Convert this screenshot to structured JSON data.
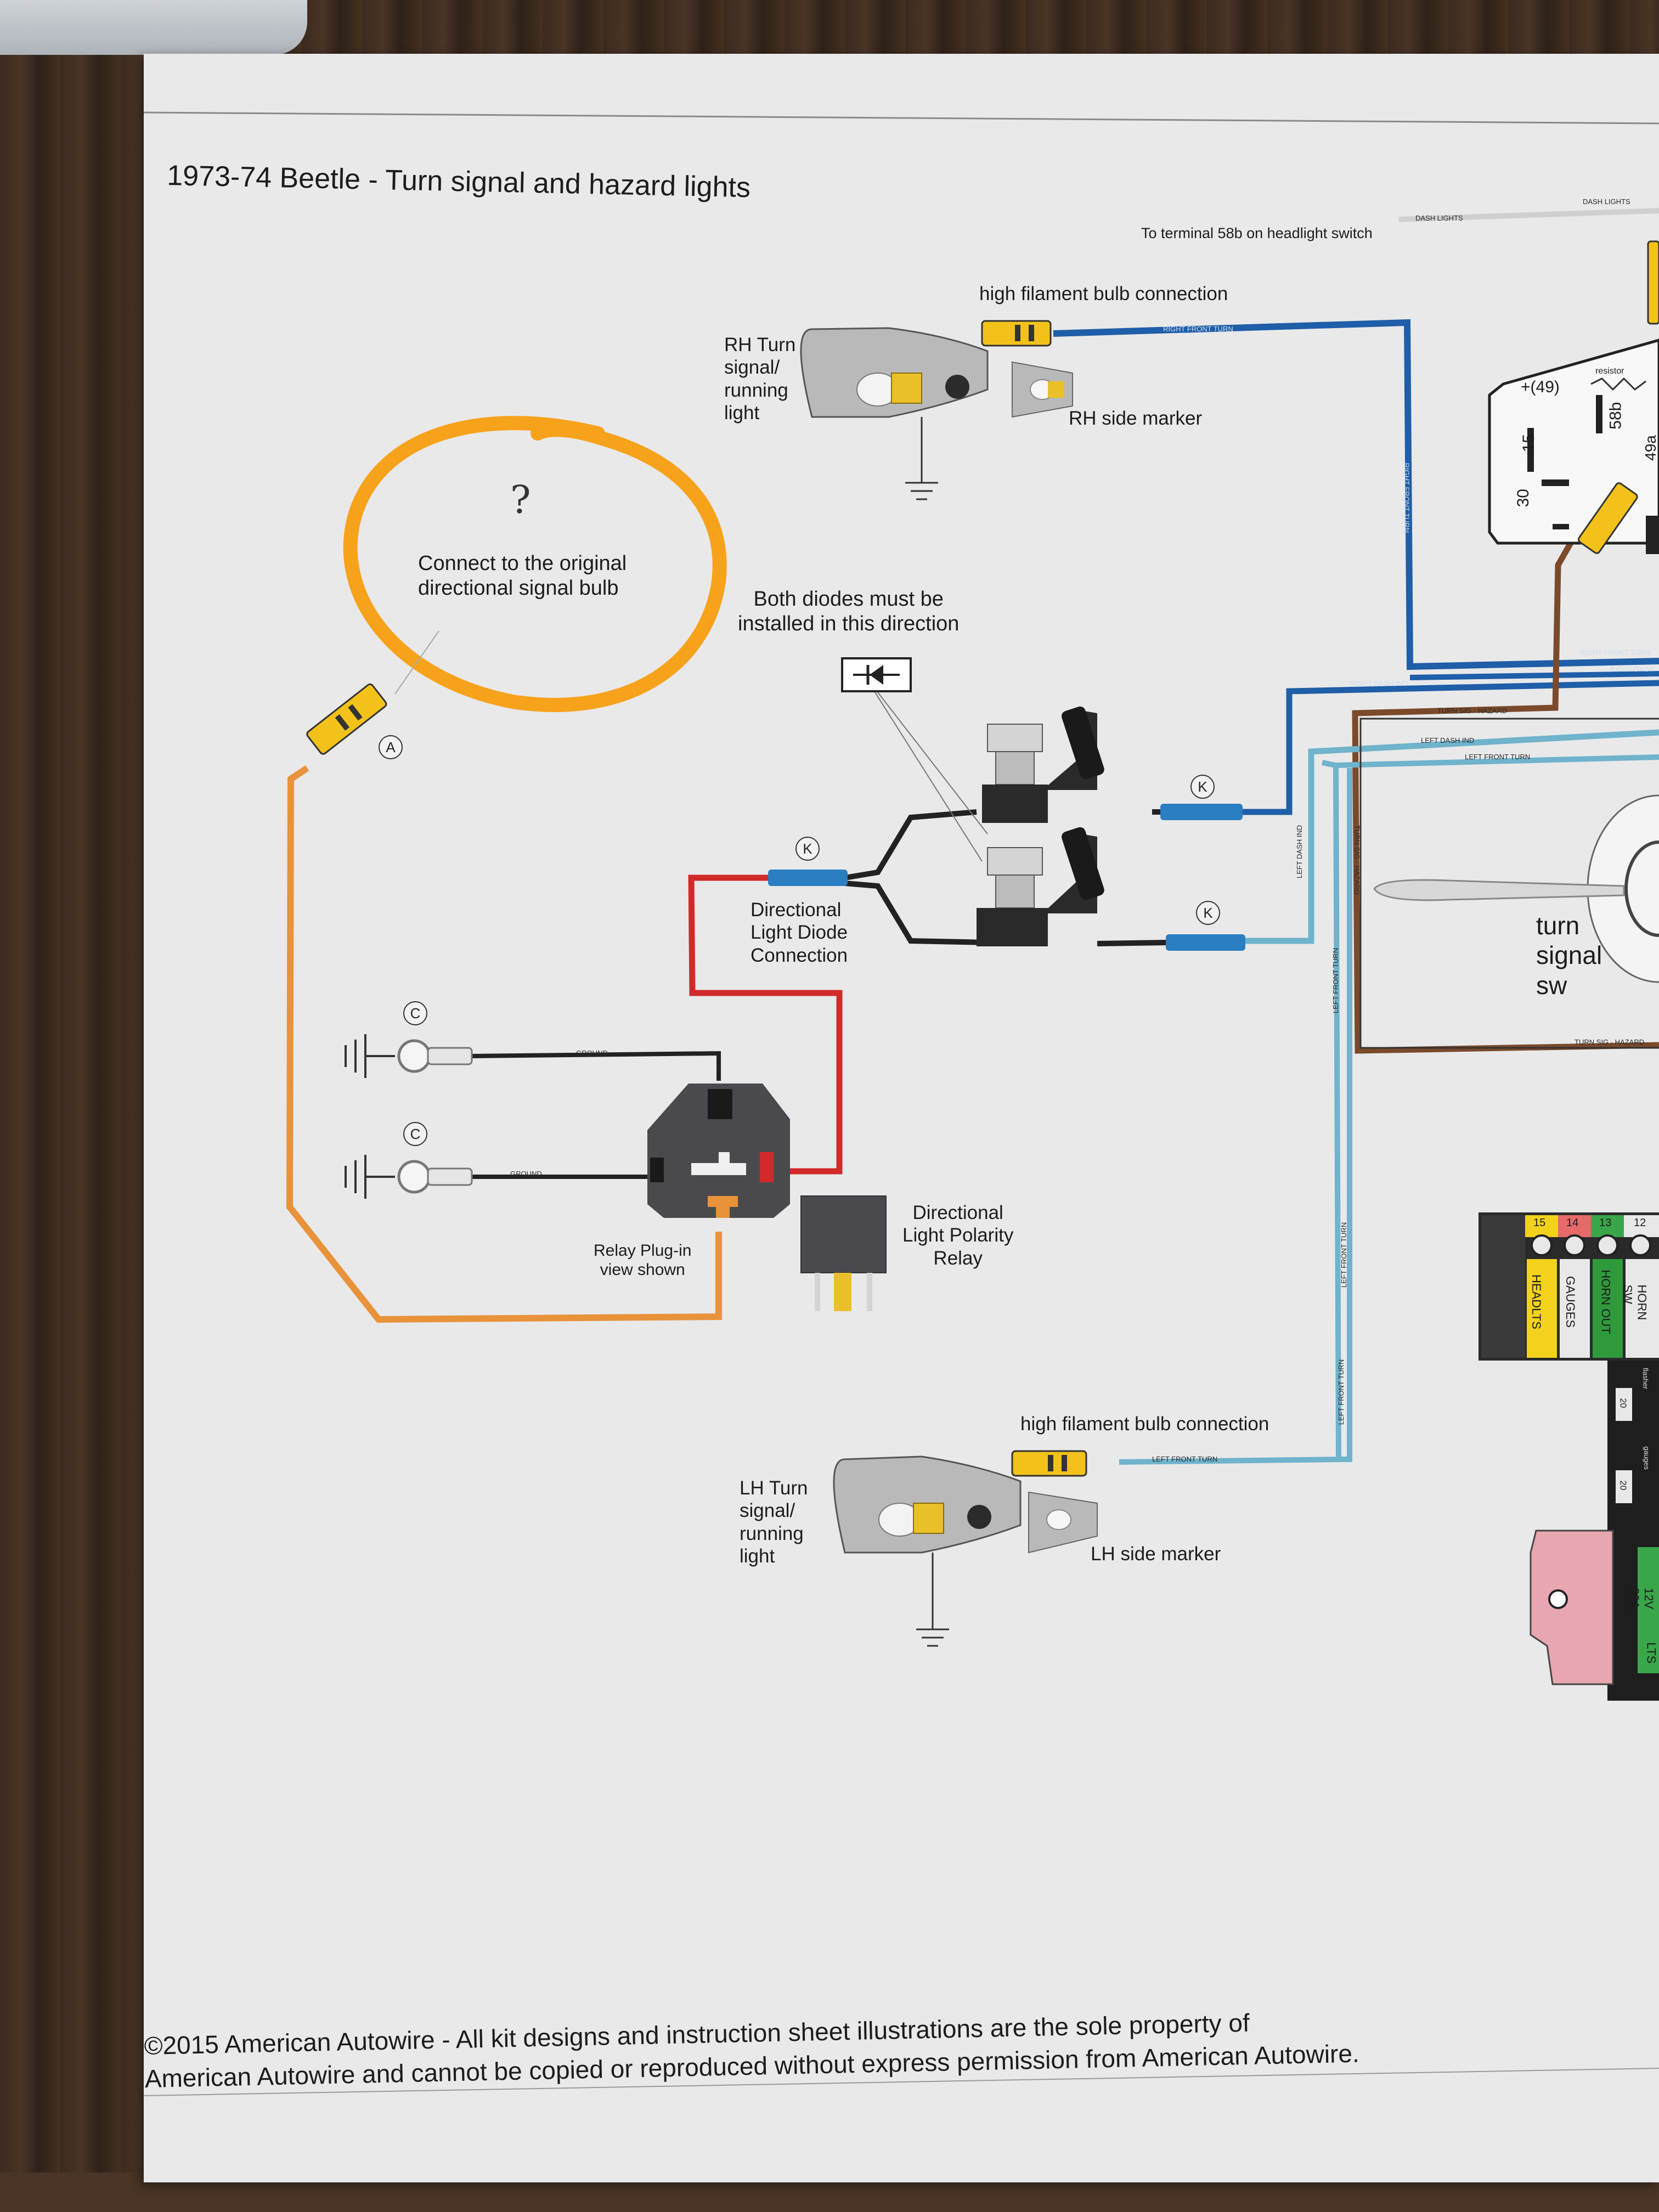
{
  "document": {
    "title": "1973-74 Beetle - Turn signal and hazard lights",
    "footer": "©2015 American Autowire - All kit designs and instruction sheet illustrations are the sole property of\nAmerican Autowire and cannot be copied or reproduced without express permission from American Autowire."
  },
  "annotation": {
    "question_mark": "?",
    "text": "Connect to the original\ndirectional signal bulb",
    "circle_color": "#f7a21b"
  },
  "labels": {
    "headlight_switch": "To terminal 58b on headlight switch",
    "dash_lights_1": "DASH LIGHTS",
    "dash_lights_2": "DASH LIGHTS",
    "rh_high_filament": "high filament bulb connection",
    "rh_turn_signal": "RH Turn\nsignal/\nrunning\nlight",
    "rh_side_marker": "RH side marker",
    "diodes_note": "Both diodes must be\ninstalled in this direction",
    "diode_connection": "Directional\nLight Diode\nConnection",
    "relay_plugin": "Relay Plug-in\nview shown",
    "polarity_relay": "Directional\nLight Polarity\nRelay",
    "turn_signal_sw": "turn\nsignal\nsw",
    "lh_high_filament": "high filament bulb connection",
    "lh_turn_signal": "LH Turn\nsignal/\nrunning\nlight",
    "lh_side_marker": "LH side marker",
    "resistor": "resistor",
    "term_49": "+(49)",
    "term_15": "15",
    "term_58b": "58b",
    "term_30": "30",
    "term_49a": "49a"
  },
  "connector_letters": {
    "a": "A",
    "k1": "K",
    "k2": "K",
    "k3": "K",
    "c1": "C",
    "c2": "C"
  },
  "wire_labels": {
    "right_front_turn_top": "RIGHT FRONT TURN",
    "right_front_turn_vert": "RIGHT FRONT TURN",
    "right_front_turn_right": "RIGHT FRONT TURN",
    "right_dash_right": "RIGHT DASH",
    "right_dash_ind": "RIGHT DASH IND",
    "turn_sig_hazard": "TURN SIG · HAZARD",
    "left_dash_ind": "LEFT DASH IND",
    "left_front_turn_h": "LEFT FRONT TURN",
    "left_dash_ind_vert": "LEFT DASH IND",
    "turn_sig_hazard_vert": "TURN SIG · HAZARD",
    "left_front_turn_vert1": "LEFT FRONT TURN",
    "left_front_turn_vert2": "LEFT FRONT TURN",
    "left_front_turn_lower": "LEFT FRONT TURN",
    "left_front_turn_lh": "LEFT FRONT TURN",
    "ground_1": "GROUND",
    "ground_2": "GROUND",
    "hazard_bottom": "TURN SIG · HAZARD"
  },
  "fuse_panel": {
    "fuse_numbers": [
      "15",
      "14",
      "13",
      "12"
    ],
    "circuits": [
      "HEADLTS",
      "GAUGES",
      "HORN OUT",
      "HORN SW"
    ],
    "circuit_colors": [
      "#f2d21c",
      "#e8e8e8",
      "#2f9a3c",
      "#e8e8e8"
    ],
    "lower_labels": [
      "20",
      "20",
      "12V 30A",
      "LTS"
    ],
    "lower_tags": [
      "flasher",
      "gauges"
    ]
  },
  "colors": {
    "wire_blue": "#1f5ea8",
    "wire_light_blue": "#6fb3cc",
    "wire_brown": "#7a4a2a",
    "wire_orange": "#e8923a",
    "wire_red": "#d22a2a",
    "wire_black": "#222222",
    "connector_yellow": "#f2c21a",
    "heatshrink_blue": "#2a7ec1"
  }
}
